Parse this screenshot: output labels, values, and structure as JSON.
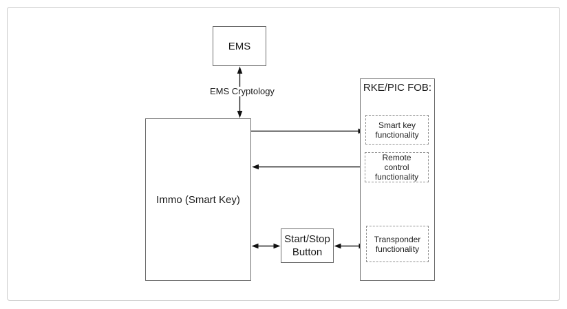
{
  "diagram": {
    "nodes": {
      "ems": "EMS",
      "immo": "Immo (Smart Key)",
      "start_stop_button": "Start/Stop Button",
      "rke_fob_title": "RKE/PIC FOB:"
    },
    "rke_modules": [
      {
        "label": "Smart key functionality"
      },
      {
        "label": "Remote control functionality"
      },
      {
        "label": "Transponder functionality"
      }
    ],
    "connection_labels": {
      "ems_immo": "EMS Cryptology"
    },
    "connections": [
      {
        "from": "EMS",
        "to": "Immo (Smart Key)",
        "direction": "bidirectional",
        "label": "EMS Cryptology"
      },
      {
        "from": "Immo (Smart Key)",
        "to": "Smart key functionality",
        "direction": "right"
      },
      {
        "from": "Remote control functionality",
        "to": "Immo (Smart Key)",
        "direction": "left"
      },
      {
        "from": "Immo (Smart Key)",
        "to": "Start/Stop Button",
        "direction": "bidirectional"
      },
      {
        "from": "Start/Stop Button",
        "to": "Transponder functionality",
        "direction": "bidirectional"
      }
    ],
    "colors": {
      "frame_border": "#cccccc",
      "box_border": "#6b6b6b",
      "dashed_border": "#8f8f8f",
      "arrow": "#1c1c1c",
      "text": "#1a1a1a",
      "background": "#ffffff"
    }
  }
}
